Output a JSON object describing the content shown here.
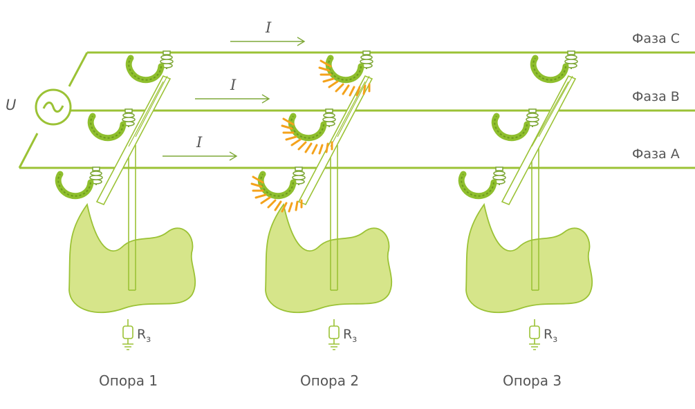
{
  "source": {
    "label": "U"
  },
  "phases": [
    {
      "id": "c",
      "label": "Фаза С",
      "current": "I"
    },
    {
      "id": "b",
      "label": "Фаза В",
      "current": "I"
    },
    {
      "id": "a",
      "label": "Фаза А",
      "current": "I"
    }
  ],
  "poles": [
    {
      "label": "Опора 1",
      "resistor": "R",
      "resistor_sub": "з",
      "discharge": []
    },
    {
      "label": "Опора 2",
      "resistor": "R",
      "resistor_sub": "з",
      "discharge": [
        "c",
        "b",
        "a"
      ]
    },
    {
      "label": "Опора 3",
      "resistor": "R",
      "resistor_sub": "з",
      "discharge": []
    }
  ],
  "colors": {
    "wire": "#9bc235",
    "ground_fill": "#d6e58a",
    "clamp": "#8fbf2e",
    "spark": "#f4a21b",
    "text": "#555555"
  }
}
